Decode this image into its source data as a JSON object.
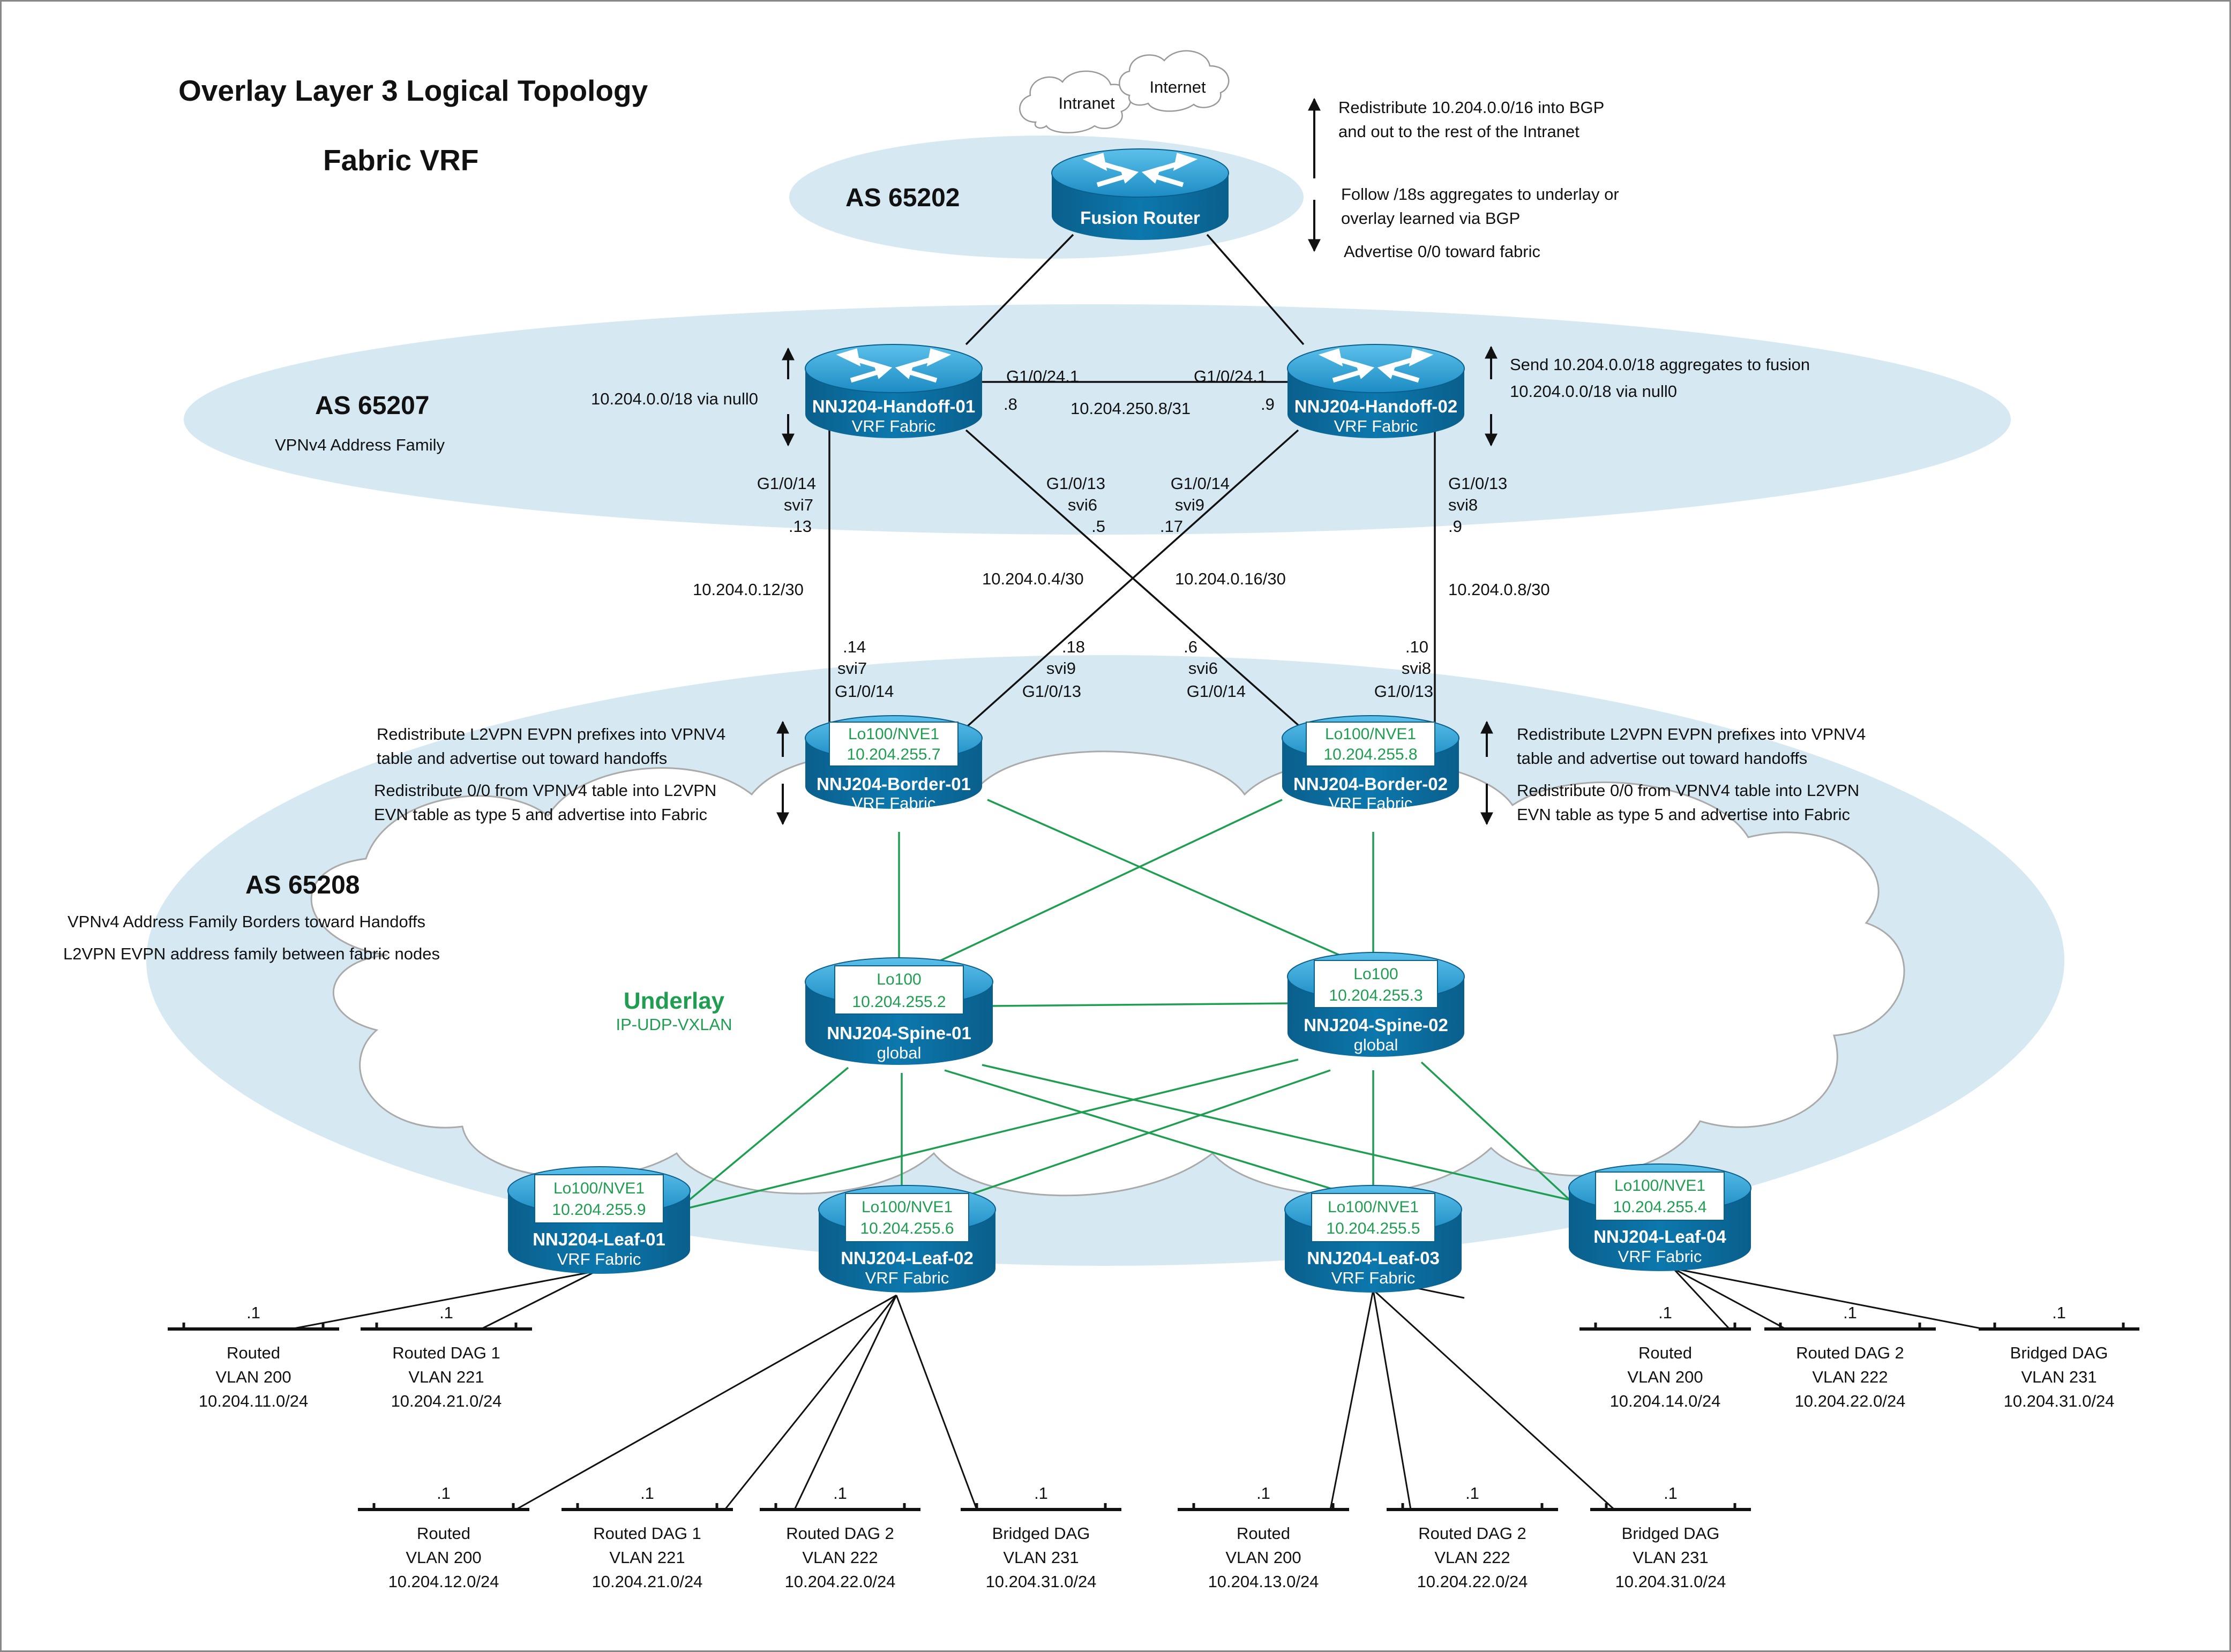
{
  "title": "Overlay Layer 3 Logical Topology",
  "subtitle": "Fabric VRF",
  "clouds": {
    "intranet": "Intranet",
    "internet": "Internet"
  },
  "zones": {
    "as65202": {
      "label": "AS 65202"
    },
    "as65207": {
      "label": "AS 65207",
      "desc": "VPNv4 Address Family"
    },
    "as65208": {
      "label": "AS 65208",
      "desc1": "VPNv4 Address Family Borders toward Handoffs",
      "desc2": "L2VPN EVPN address family between fabric nodes"
    },
    "underlay": {
      "label": "Underlay",
      "desc": "IP-UDP-VXLAN"
    }
  },
  "notes": {
    "fusion_up_1": "Redistribute 10.204.0.0/16 into BGP",
    "fusion_up_2": "and out to the rest of the Intranet",
    "fusion_down_1": "Follow /18s aggregates to underlay or",
    "fusion_down_2": "overlay learned via BGP",
    "fusion_down_3": "Advertise 0/0 toward fabric",
    "h1_null": "10.204.0.0/18 via null0",
    "h2_send": "Send 10.204.0.0/18 aggregates to fusion",
    "h2_null": "10.204.0.0/18 via null0",
    "b_left_1": "Redistribute L2VPN EVPN prefixes into VPNV4",
    "b_left_2": "table and advertise out toward handoffs",
    "b_left_3": "Redistribute 0/0 from VPNV4 table into L2VPN",
    "b_left_4": "EVN table as type 5 and advertise into Fabric",
    "b_right_1": "Redistribute L2VPN EVPN prefixes into VPNV4",
    "b_right_2": "table and advertise out toward handoffs",
    "b_right_3": "Redistribute 0/0 from VPNV4 table into L2VPN",
    "b_right_4": "EVN table as type 5 and advertise into Fabric"
  },
  "devices": {
    "fusion": {
      "name": "Fusion Router"
    },
    "handoff1": {
      "name": "NNJ204-Handoff-01",
      "sub": "VRF Fabric"
    },
    "handoff2": {
      "name": "NNJ204-Handoff-02",
      "sub": "VRF Fabric"
    },
    "border1": {
      "name": "NNJ204-Border-01",
      "sub": "VRF Fabric",
      "lo1": "Lo100/NVE1",
      "lo2": "10.204.255.7"
    },
    "border2": {
      "name": "NNJ204-Border-02",
      "sub": "VRF Fabric",
      "lo1": "Lo100/NVE1",
      "lo2": "10.204.255.8"
    },
    "spine1": {
      "name": "NNJ204-Spine-01",
      "sub": "global",
      "lo1": "Lo100",
      "lo2": "10.204.255.2"
    },
    "spine2": {
      "name": "NNJ204-Spine-02",
      "sub": "global",
      "lo1": "Lo100",
      "lo2": "10.204.255.3"
    },
    "leaf1": {
      "name": "NNJ204-Leaf-01",
      "sub": "VRF Fabric",
      "lo1": "Lo100/NVE1",
      "lo2": "10.204.255.9"
    },
    "leaf2": {
      "name": "NNJ204-Leaf-02",
      "sub": "VRF Fabric",
      "lo1": "Lo100/NVE1",
      "lo2": "10.204.255.6"
    },
    "leaf3": {
      "name": "NNJ204-Leaf-03",
      "sub": "VRF Fabric",
      "lo1": "Lo100/NVE1",
      "lo2": "10.204.255.5"
    },
    "leaf4": {
      "name": "NNJ204-Leaf-04",
      "sub": "VRF Fabric",
      "lo1": "Lo100/NVE1",
      "lo2": "10.204.255.4"
    }
  },
  "links": {
    "h_link_left": "G1/0/24.1",
    "h_link_right": "G1/0/24.1",
    "h_link_l_ip": ".8",
    "h_link_r_ip": ".9",
    "h_link_net": "10.204.250.8/31",
    "h1_b1_top": [
      "G1/0/14",
      "svi7",
      ".13"
    ],
    "h1_b2_top": [
      "G1/0/13",
      "svi6",
      ".5"
    ],
    "h2_b1_top": [
      "G1/0/14",
      "svi9",
      ".17"
    ],
    "h2_b2_top": [
      "G1/0/13",
      "svi8",
      ".9"
    ],
    "net_h1_b1": "10.204.0.12/30",
    "net_h1_b2": "10.204.0.4/30",
    "net_h2_b1": "10.204.0.16/30",
    "net_h2_b2": "10.204.0.8/30",
    "b1_h1_bot": [
      ".14",
      "svi7",
      "G1/0/14"
    ],
    "b1_h2_bot": [
      ".18",
      "svi9",
      "G1/0/13"
    ],
    "b2_h1_bot": [
      ".6",
      "svi6",
      "G1/0/14"
    ],
    "b2_h2_bot": [
      ".10",
      "svi8",
      "G1/0/13"
    ]
  },
  "subnets": {
    "leaf1": [
      {
        "ip": ".1",
        "l1": "Routed",
        "l2": "VLAN 200",
        "l3": "10.204.11.0/24"
      },
      {
        "ip": ".1",
        "l1": "Routed DAG 1",
        "l2": "VLAN 221",
        "l3": "10.204.21.0/24"
      }
    ],
    "leaf2": [
      {
        "ip": ".1",
        "l1": "Routed",
        "l2": "VLAN 200",
        "l3": "10.204.12.0/24"
      },
      {
        "ip": ".1",
        "l1": "Routed DAG 1",
        "l2": "VLAN 221",
        "l3": "10.204.21.0/24"
      },
      {
        "ip": ".1",
        "l1": "Routed DAG 2",
        "l2": "VLAN 222",
        "l3": "10.204.22.0/24"
      },
      {
        "ip": ".1",
        "l1": "Bridged DAG",
        "l2": "VLAN 231",
        "l3": "10.204.31.0/24"
      }
    ],
    "leaf3": [
      {
        "ip": ".1",
        "l1": "Routed",
        "l2": "VLAN 200",
        "l3": "10.204.13.0/24"
      },
      {
        "ip": ".1",
        "l1": "Routed DAG 2",
        "l2": "VLAN 222",
        "l3": "10.204.22.0/24"
      },
      {
        "ip": ".1",
        "l1": "Bridged DAG",
        "l2": "VLAN 231",
        "l3": "10.204.31.0/24"
      }
    ],
    "leaf4": [
      {
        "ip": ".1",
        "l1": "Routed",
        "l2": "VLAN 200",
        "l3": "10.204.14.0/24"
      },
      {
        "ip": ".1",
        "l1": "Routed DAG 2",
        "l2": "VLAN 222",
        "l3": "10.204.22.0/24"
      },
      {
        "ip": ".1",
        "l1": "Bridged DAG",
        "l2": "VLAN 231",
        "l3": "10.204.31.0/24"
      }
    ]
  },
  "colors": {
    "zone": "#d6e9f3",
    "device_top": "#2a9fd4",
    "device_body": "#0a6d9e",
    "green_line": "#1f9e52",
    "text": "#111111"
  }
}
